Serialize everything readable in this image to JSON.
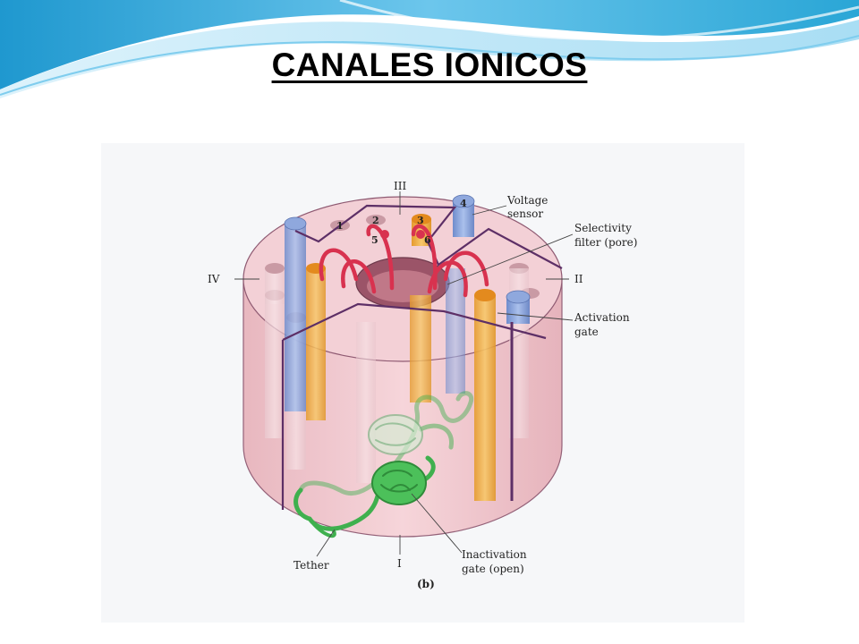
{
  "slide": {
    "title": "CANALES IONICOS",
    "accent_colors": {
      "wave_dark": "#2aa6d6",
      "wave_light": "#bfe8f7"
    }
  },
  "figure": {
    "domains": [
      "I",
      "II",
      "III",
      "IV"
    ],
    "segment_numbers": [
      "1",
      "2",
      "3",
      "4",
      "5",
      "6"
    ],
    "callouts": {
      "voltage_sensor": [
        "Voltage",
        "sensor"
      ],
      "selectivity_filter": [
        "Selectivity",
        "filter (pore)"
      ],
      "activation_gate": [
        "Activation",
        "gate"
      ],
      "inactivation_gate": [
        "Inactivation",
        "gate (open)"
      ],
      "tether": "Tether"
    },
    "panel_label": "(b)",
    "colors": {
      "membrane_pink": "#f2c6cc",
      "voltage_sensor_blue": "#8fa8dd",
      "helix_orange": "#f0b552",
      "pore_loop_red": "#d8324f",
      "inactivation_green": "#3fb04e"
    }
  }
}
